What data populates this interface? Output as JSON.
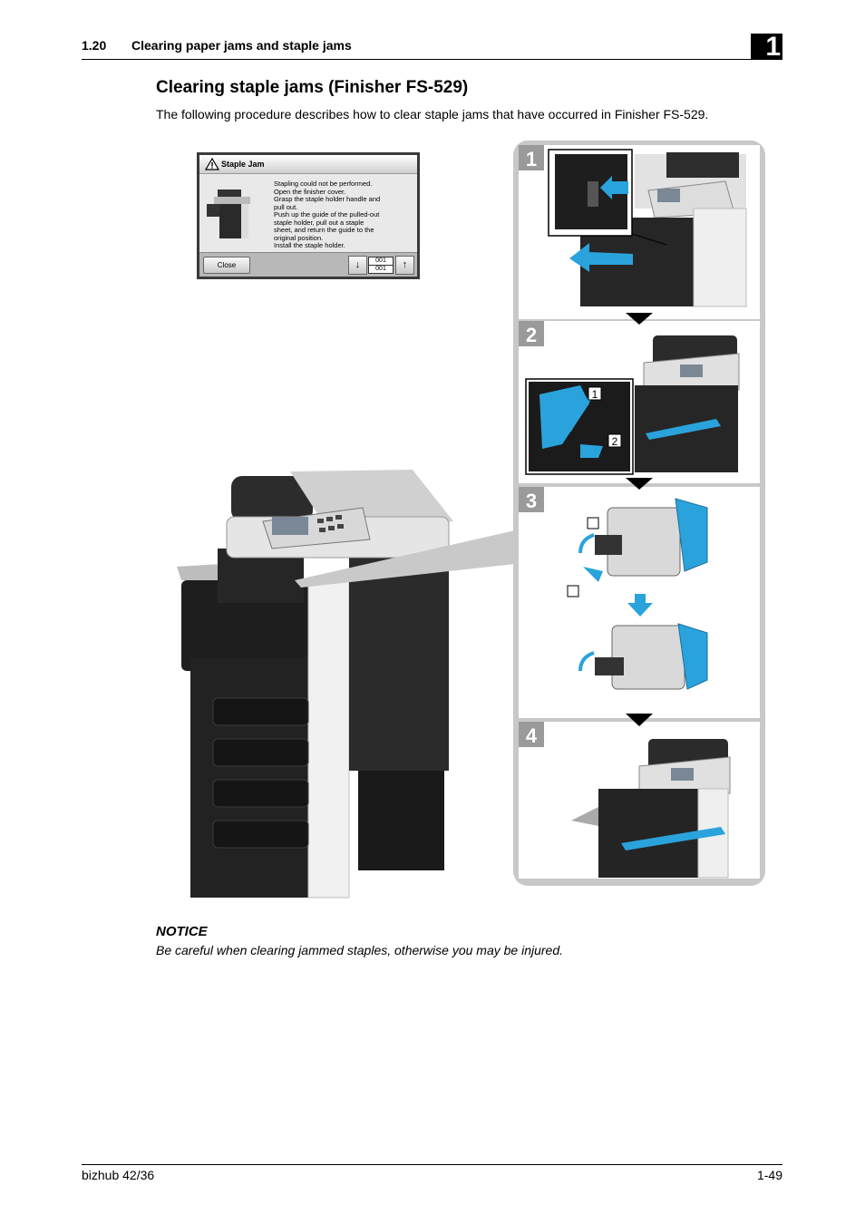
{
  "header": {
    "section_number": "1.20",
    "section_title": "Clearing paper jams and staple jams",
    "chapter": "1"
  },
  "page_title": "Clearing staple jams (Finisher FS-529)",
  "intro": "The following procedure describes how to clear staple jams that have occurred in Finisher FS-529.",
  "screen_panel": {
    "title": "Staple Jam",
    "message_lines": [
      "Stapling could not be performed.",
      "Open the finisher cover.",
      "Grasp the staple holder handle and",
      "pull out.",
      "Push up the guide of the pulled-out",
      "staple holder, pull out a staple",
      "sheet, and return the guide to the",
      "original position.",
      "Install the staple holder."
    ],
    "close_label": "Close",
    "counter_current": "001",
    "counter_total": "001",
    "down_icon": "down-arrow-icon",
    "up_icon": "up-arrow-icon"
  },
  "steps": [
    {
      "number": "1"
    },
    {
      "number": "2",
      "callouts": [
        "1",
        "2"
      ]
    },
    {
      "number": "3"
    },
    {
      "number": "4"
    }
  ],
  "notice": {
    "label": "NOTICE",
    "text": "Be careful when clearing jammed staples, otherwise you may be injured."
  },
  "footer": {
    "product": "bizhub 42/36",
    "page": "1-49"
  },
  "colors": {
    "accent_blue": "#2aa3dc",
    "step_badge": "#9a9a9a",
    "frame_gray": "#c8c8c8"
  }
}
